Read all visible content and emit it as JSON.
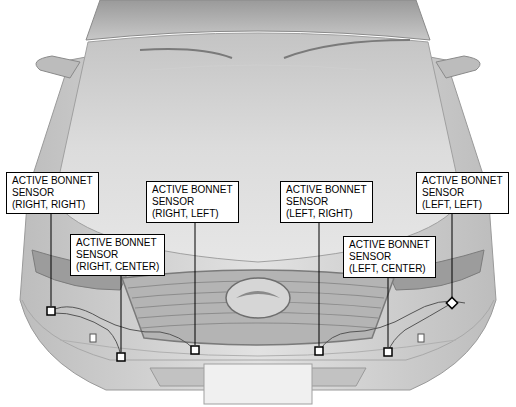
{
  "diagram": {
    "nodes": [
      {
        "text": [
          "ACTIVE BONNET SENSOR (RIGHT, RIGHT)"
        ]
      },
      {
        "text": [
          "ACTIVE BONNET SENSOR (RIGHT, LEFT)"
        ]
      },
      {
        "text": [
          "ACTIVE BONNET SENSOR (LEFT, RIGHT)"
        ]
      },
      {
        "text": [
          "ACTIVE BONNET SENSOR (LEFT, LEFT)"
        ]
      },
      {
        "text": [
          "ACTIVE BONNET SENSOR (RIGHT, CENTER)"
        ]
      },
      {
        "text": [
          "ACTIVE BONNET SENSOR (LEFT, CENTER)"
        ]
      }
    ]
  }
}
